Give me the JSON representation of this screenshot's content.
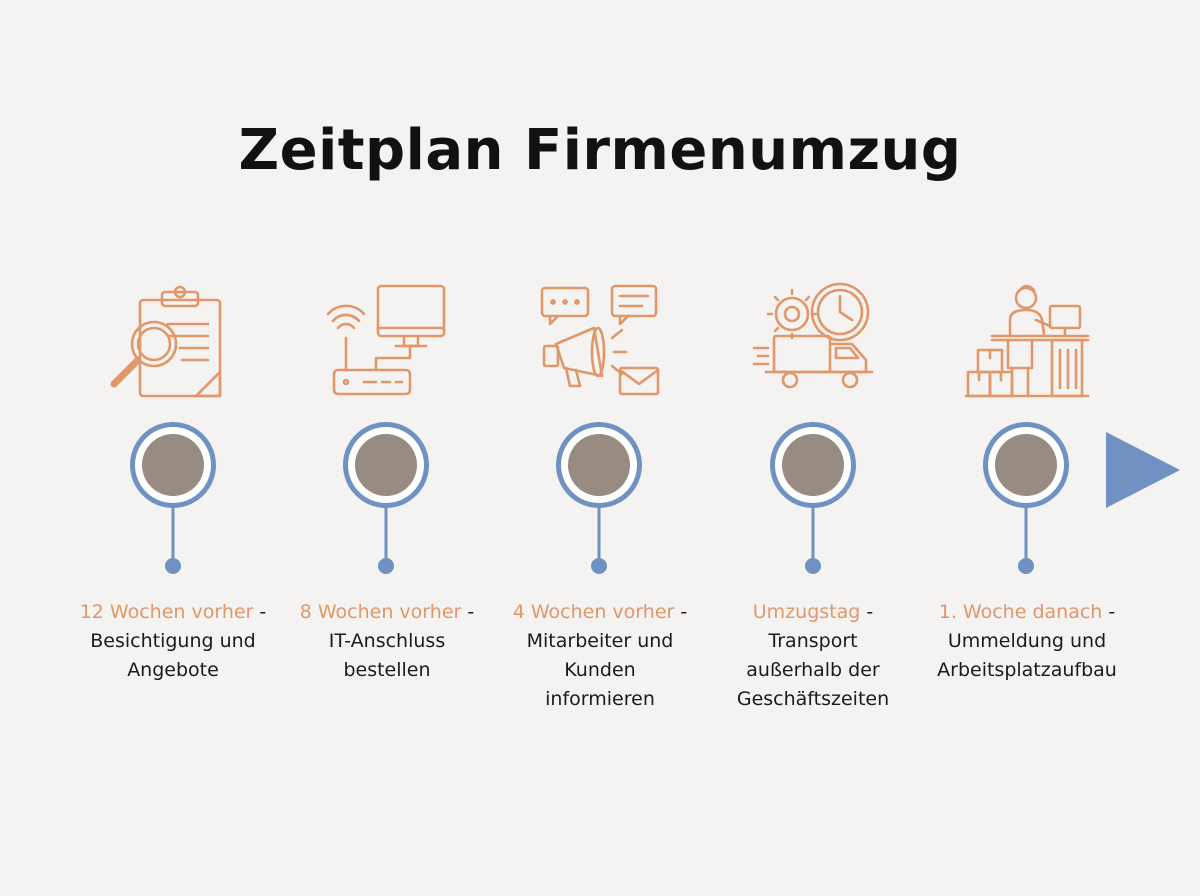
{
  "title": "Zeitplan Firmenumzug",
  "colors": {
    "accent": "#e0976a",
    "timeline": "#6f92c2",
    "node_fill": "#978b82",
    "background": "#f4f3f1"
  },
  "steps": [
    {
      "icon": "clipboard-magnifier-icon",
      "time": "12 Wochen vorher",
      "separator": " -",
      "description": "Besichtigung und Angebote"
    },
    {
      "icon": "computer-router-icon",
      "time": "8 Wochen vorher",
      "separator": " -",
      "description": "IT-Anschluss bestellen"
    },
    {
      "icon": "megaphone-messages-icon",
      "time": "4 Wochen vorher",
      "separator": " -",
      "description": "Mitarbeiter und Kunden informieren"
    },
    {
      "icon": "truck-clock-icon",
      "time": "Umzugstag",
      "separator": " -",
      "description": "Transport außerhalb der Geschäftszeiten"
    },
    {
      "icon": "office-desk-person-icon",
      "time": "1. Woche danach",
      "separator": " -",
      "description": "Ummeldung und Arbeitsplatzaufbau"
    }
  ]
}
